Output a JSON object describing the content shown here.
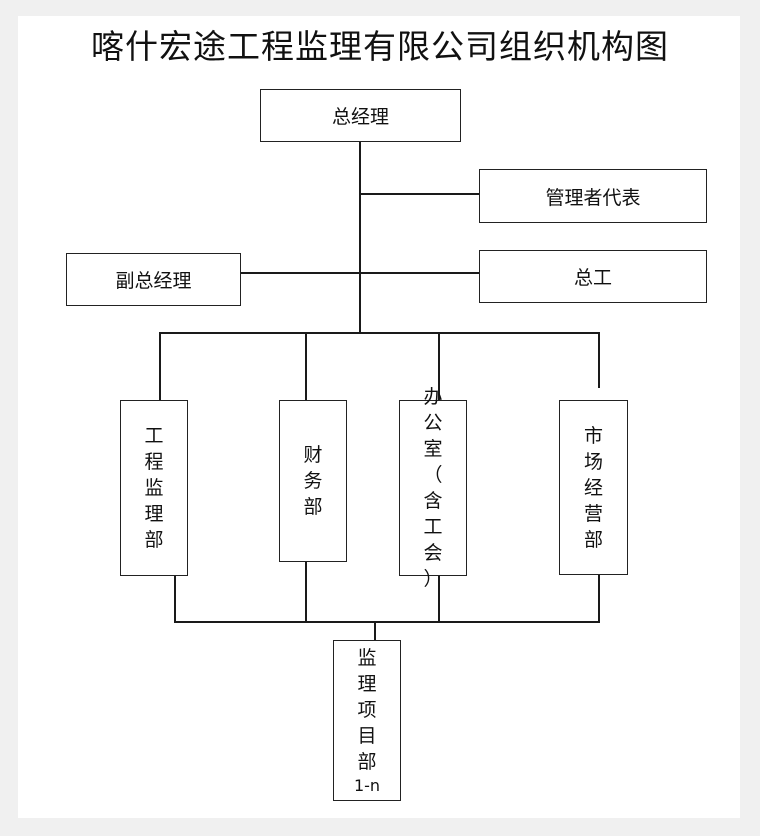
{
  "title": "喀什宏途工程监理有限公司组织机构图",
  "nodes": {
    "general_manager": "总经理",
    "management_rep": "管理者代表",
    "deputy_gm": "副总经理",
    "chief_engineer": "总工",
    "eng_supervision": "工程监理部",
    "finance": "财务部",
    "office": "办公室（含工会）",
    "marketing": "市场经营部",
    "project_dept": "监理项目部",
    "project_dept_range": "1-n"
  }
}
